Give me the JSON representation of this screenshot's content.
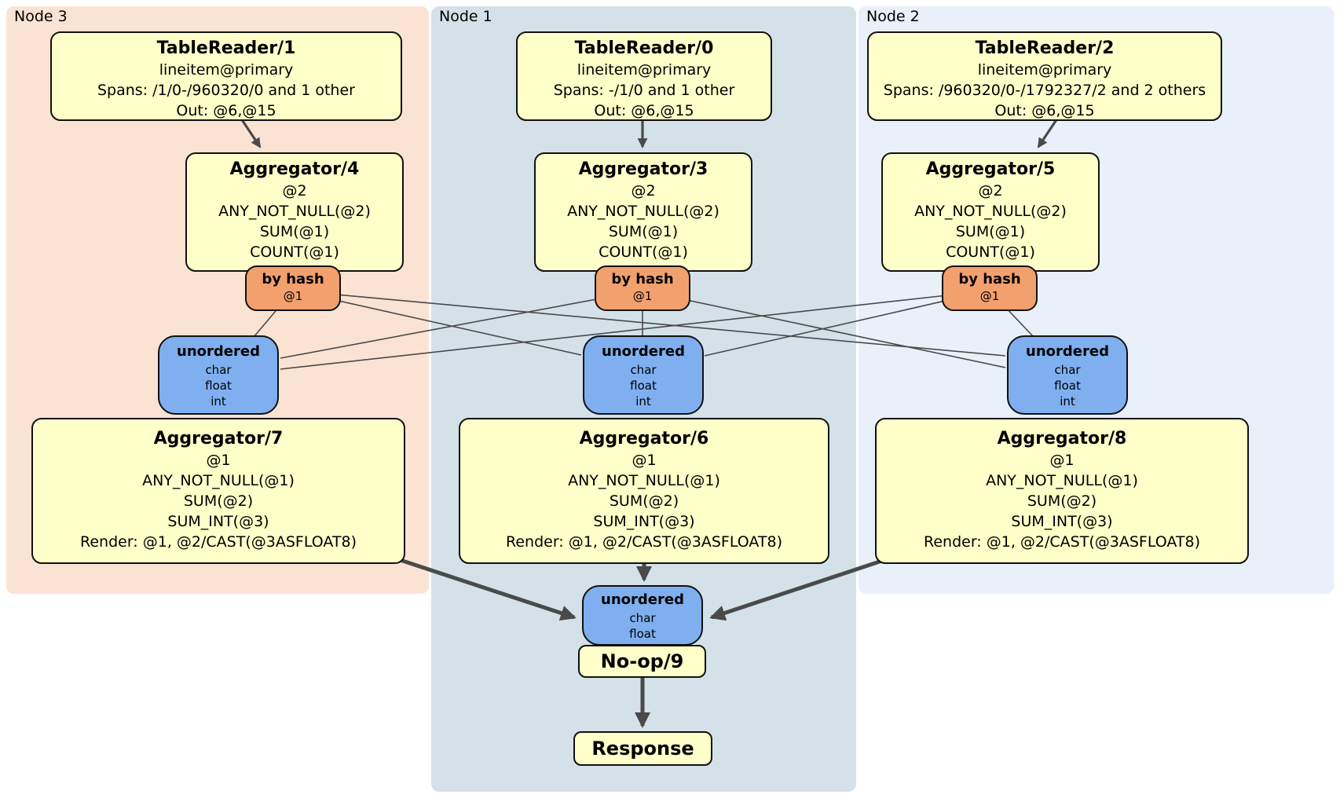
{
  "regions": {
    "node3": {
      "label": "Node 3"
    },
    "node1": {
      "label": "Node 1"
    },
    "node2": {
      "label": "Node 2"
    }
  },
  "processors": {
    "tr1": {
      "title": "TableReader/1",
      "lines": [
        "lineitem@primary",
        "Spans: /1/0-/960320/0 and 1 other",
        "Out: @6,@15"
      ]
    },
    "tr0": {
      "title": "TableReader/0",
      "lines": [
        "lineitem@primary",
        "Spans: -/1/0 and 1 other",
        "Out: @6,@15"
      ]
    },
    "tr2": {
      "title": "TableReader/2",
      "lines": [
        "lineitem@primary",
        "Spans: /960320/0-/1792327/2 and 2 others",
        "Out: @6,@15"
      ]
    },
    "agg4": {
      "title": "Aggregator/4",
      "lines": [
        "@2",
        "ANY_NOT_NULL(@2)",
        "SUM(@1)",
        "COUNT(@1)"
      ]
    },
    "agg3": {
      "title": "Aggregator/3",
      "lines": [
        "@2",
        "ANY_NOT_NULL(@2)",
        "SUM(@1)",
        "COUNT(@1)"
      ]
    },
    "agg5": {
      "title": "Aggregator/5",
      "lines": [
        "@2",
        "ANY_NOT_NULL(@2)",
        "SUM(@1)",
        "COUNT(@1)"
      ]
    },
    "agg7": {
      "title": "Aggregator/7",
      "lines": [
        "@1",
        "ANY_NOT_NULL(@1)",
        "SUM(@2)",
        "SUM_INT(@3)",
        "Render: @1, @2/CAST(@3ASFLOAT8)"
      ]
    },
    "agg6": {
      "title": "Aggregator/6",
      "lines": [
        "@1",
        "ANY_NOT_NULL(@1)",
        "SUM(@2)",
        "SUM_INT(@3)",
        "Render: @1, @2/CAST(@3ASFLOAT8)"
      ]
    },
    "agg8": {
      "title": "Aggregator/8",
      "lines": [
        "@1",
        "ANY_NOT_NULL(@1)",
        "SUM(@2)",
        "SUM_INT(@3)",
        "Render: @1, @2/CAST(@3ASFLOAT8)"
      ]
    },
    "noop": {
      "title": "No-op/9"
    },
    "response": {
      "title": "Response"
    }
  },
  "routers": {
    "byhash4": {
      "title": "by hash",
      "detail": "@1"
    },
    "byhash3": {
      "title": "by hash",
      "detail": "@1"
    },
    "byhash5": {
      "title": "by hash",
      "detail": "@1"
    }
  },
  "syncs": {
    "sync7": {
      "title": "unordered",
      "lines": [
        "char",
        "float",
        "int"
      ]
    },
    "sync6": {
      "title": "unordered",
      "lines": [
        "char",
        "float",
        "int"
      ]
    },
    "sync8": {
      "title": "unordered",
      "lines": [
        "char",
        "float",
        "int"
      ]
    },
    "bsync": {
      "title": "unordered",
      "lines": [
        "char",
        "float"
      ]
    }
  },
  "colors": {
    "proc-fill": "#FFFFC9",
    "router-fill": "#F2A06E",
    "sync-fill": "#7FAFEF",
    "node3-bg": "#FBE3D4",
    "node1-bg": "#D4E1E9",
    "node2-bg": "#E9F0F9",
    "edge": "#4A4A4A"
  }
}
